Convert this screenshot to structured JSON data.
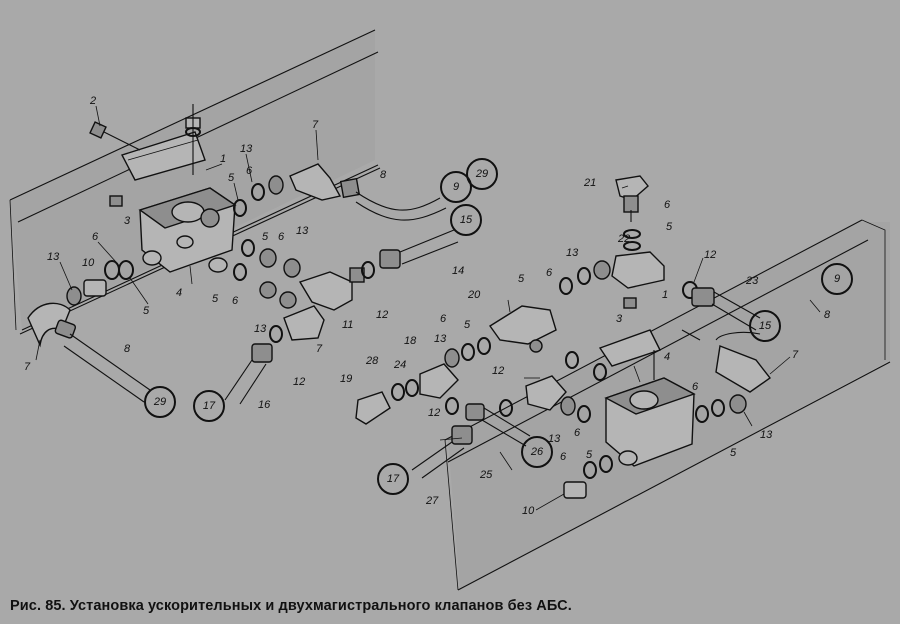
{
  "figure": {
    "caption": "Рис. 85. Установка ускорительных и двухмагистрального клапанов без АБС."
  },
  "callouts": [
    "1",
    "2",
    "3",
    "4",
    "5",
    "6",
    "7",
    "8",
    "9",
    "10",
    "11",
    "12",
    "13",
    "14",
    "15",
    "16",
    "17",
    "18",
    "19",
    "20",
    "21",
    "22",
    "23",
    "24",
    "25",
    "26",
    "27",
    "28",
    "29"
  ],
  "labels": {
    "l2": "2",
    "l1a": "1",
    "l13a": "13",
    "l6a": "6",
    "l5a": "5",
    "l7a": "7",
    "l8a": "8",
    "l3a": "3",
    "l13b": "13",
    "l10a": "10",
    "l6b": "6",
    "l5b": "5",
    "l7b": "7",
    "l4a": "4",
    "l5c": "5",
    "l6c": "6",
    "l6d": "6",
    "l5d": "5",
    "l13c": "13",
    "l14": "14",
    "l11": "11",
    "l12a": "12",
    "l13d": "13",
    "l7c": "7",
    "l12b": "12",
    "l16": "16",
    "l8b": "8",
    "l21": "21",
    "l6e": "6",
    "l5e": "5",
    "l22": "22",
    "l13e": "13",
    "l12c": "12",
    "l6f": "6",
    "l5f": "5",
    "l20": "20",
    "l1b": "1",
    "l3b": "3",
    "l23": "23",
    "l8c": "8",
    "l7d": "7",
    "l4b": "4",
    "l6g": "6",
    "l13f": "13",
    "l5g": "5",
    "l18": "18",
    "l6h": "6",
    "l5h": "5",
    "l13g": "13",
    "l28": "28",
    "l24": "24",
    "l19": "19",
    "l12d": "12",
    "l12e": "12",
    "l13h": "13",
    "l6i": "6",
    "l25": "25",
    "l27": "27",
    "l6j": "6",
    "l5i": "5",
    "l10b": "10"
  },
  "circles": {
    "c29a": "29",
    "c9a": "9",
    "c15a": "15",
    "c29b": "29",
    "c17a": "17",
    "c9b": "9",
    "c15b": "15",
    "c26": "26",
    "c17b": "17"
  }
}
